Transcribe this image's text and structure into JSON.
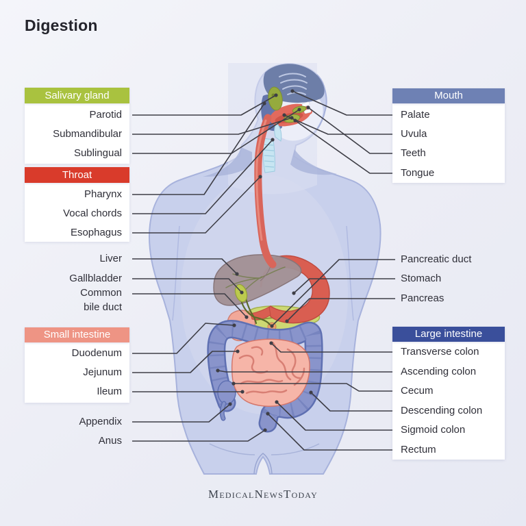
{
  "title": "Digestion",
  "brand": {
    "logo_text": "MedicalNewsToday",
    "parts": [
      "Medical",
      "News",
      "Today"
    ]
  },
  "colors": {
    "background_top": "#f4f5fa",
    "background_bottom": "#e7e9f3",
    "salivary_badge": "#a9c23f",
    "throat_badge": "#d93b2b",
    "small_intestine_badge": "#ee9484",
    "mouth_badge": "#6e81b4",
    "large_intestine_badge": "#3a4f9b",
    "leader_line": "#3e3e46",
    "label_text": "#2f2f38",
    "title_text": "#24242c"
  },
  "label_groups": {
    "salivary_gland": {
      "header": "Salivary gland",
      "items": [
        "Parotid",
        "Submandibular",
        "Sublingual"
      ]
    },
    "throat": {
      "header": "Throat",
      "items": [
        "Pharynx",
        "Vocal chords",
        "Esophagus"
      ]
    },
    "upper_abdomen_left": {
      "items": [
        "Liver",
        "Gallbladder",
        "Common bile duct"
      ]
    },
    "small_intestine": {
      "header": "Small intestine",
      "items": [
        "Duodenum",
        "Jejunum",
        "Ileum"
      ]
    },
    "lower_left": {
      "items": [
        "Appendix",
        "Anus"
      ]
    },
    "mouth": {
      "header": "Mouth",
      "items": [
        "Palate",
        "Uvula",
        "Teeth",
        "Tongue"
      ]
    },
    "upper_abdomen_right": {
      "items": [
        "Pancreatic duct",
        "Stomach",
        "Pancreas"
      ]
    },
    "large_intestine": {
      "header": "Large intestine",
      "items": [
        "Transverse colon",
        "Ascending colon",
        "Cecum",
        "Descending colon",
        "Sigmoid colon",
        "Rectum"
      ]
    }
  }
}
